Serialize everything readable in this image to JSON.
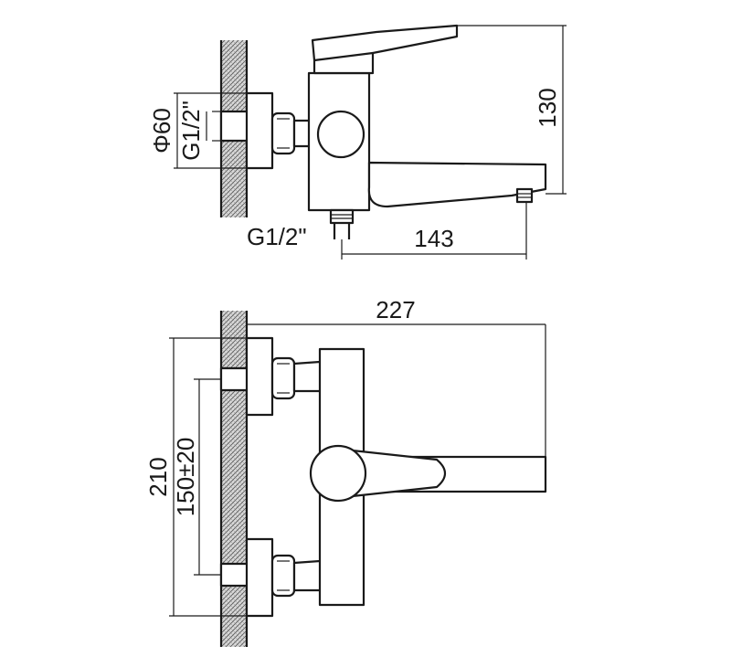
{
  "drawing": {
    "side_view": {
      "dim_height": "130",
      "dim_spout_reach": "143",
      "dim_flange_diameter": "Φ60",
      "dim_inlet_thread": "G1/2\"",
      "dim_outlet_thread": "G1/2\""
    },
    "top_view": {
      "dim_total_depth": "227",
      "dim_total_width": "210",
      "dim_center_distance": "150±20"
    }
  }
}
